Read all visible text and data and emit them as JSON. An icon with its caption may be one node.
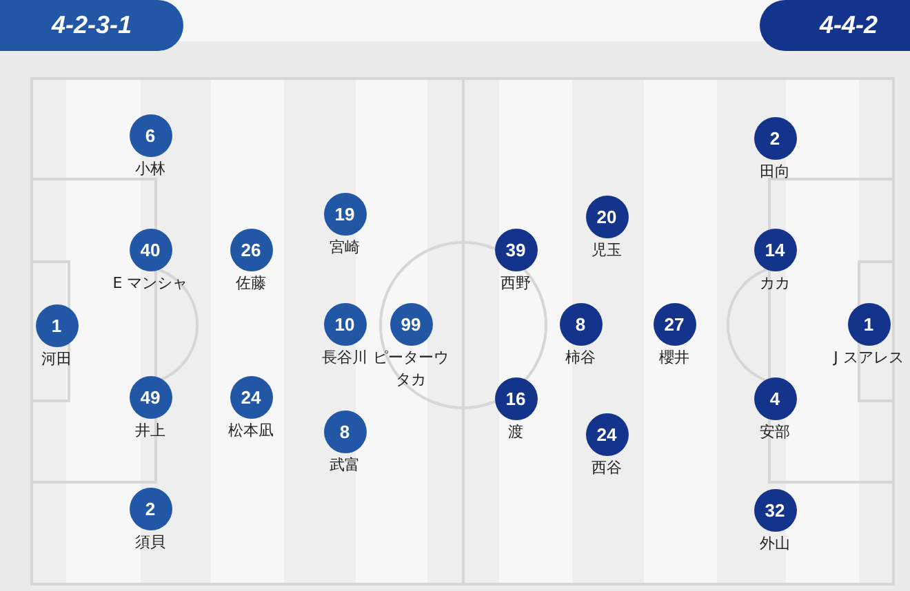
{
  "diagram": {
    "nodes": [
      {
        "text": [
          "4-2-3-1"
        ]
      },
      {
        "text": [
          "4-4-2"
        ]
      },
      {
        "text": [
          "1"
        ],
        "beside": [
          "河田"
        ]
      },
      {
        "text": [
          "6"
        ],
        "beside": [
          "小林"
        ]
      },
      {
        "text": [
          "40"
        ],
        "beside": [
          "E マンシャ"
        ]
      },
      {
        "text": [
          "49"
        ],
        "beside": [
          "井上"
        ]
      },
      {
        "text": [
          "2"
        ],
        "beside": [
          "須貝"
        ]
      },
      {
        "text": [
          "26"
        ],
        "beside": [
          "佐藤"
        ]
      },
      {
        "text": [
          "24"
        ],
        "beside": [
          "松本凪"
        ]
      },
      {
        "text": [
          "19"
        ],
        "beside": [
          "宮崎"
        ]
      },
      {
        "text": [
          "10"
        ],
        "beside": [
          "長谷川"
        ]
      },
      {
        "text": [
          "8"
        ],
        "beside": [
          "武富"
        ]
      },
      {
        "text": [
          "99"
        ],
        "beside": [
          "ピーターウタカ"
        ]
      },
      {
        "text": [
          "39"
        ],
        "beside": [
          "西野"
        ]
      },
      {
        "text": [
          "16"
        ],
        "beside": [
          "渡"
        ]
      },
      {
        "text": [
          "20"
        ],
        "beside": [
          "児玉"
        ]
      },
      {
        "text": [
          "24"
        ],
        "beside": [
          "西谷"
        ]
      },
      {
        "text": [
          "8"
        ],
        "beside": [
          "柿谷"
        ]
      },
      {
        "text": [
          "27"
        ],
        "beside": [
          "櫻井"
        ]
      },
      {
        "text": [
          "2"
        ],
        "beside": [
          "田向"
        ]
      },
      {
        "text": [
          "14"
        ],
        "beside": [
          "カカ"
        ]
      },
      {
        "text": [
          "4"
        ],
        "beside": [
          "安部"
        ]
      },
      {
        "text": [
          "32"
        ],
        "beside": [
          "外山"
        ]
      },
      {
        "text": [
          "1"
        ],
        "beside": [
          "J スアレス"
        ]
      }
    ]
  }
}
